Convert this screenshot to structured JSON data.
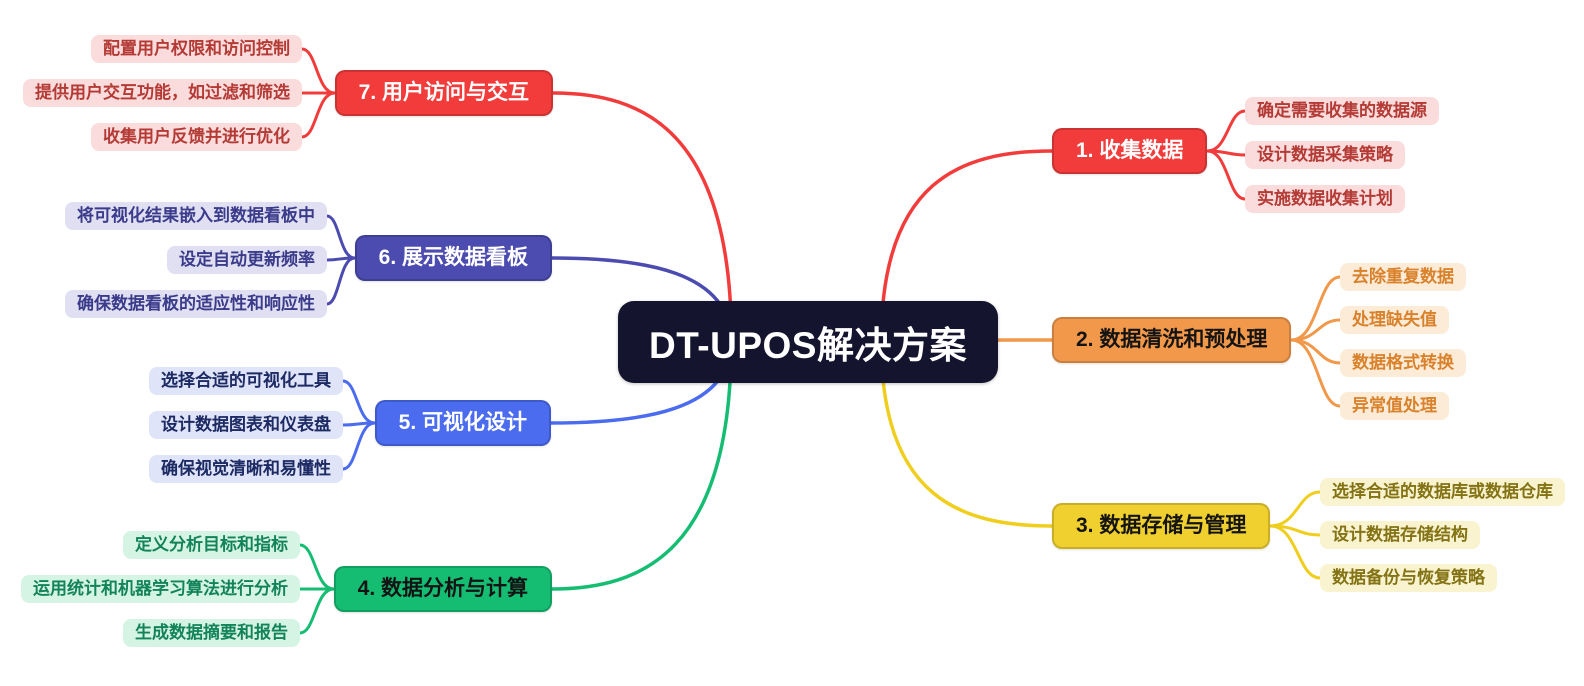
{
  "canvas": {
    "bg": "#FFFFFF"
  },
  "center": {
    "label": "DT-UPOS解决方案",
    "colors": {
      "bg": "#14142E",
      "fg": "#FFFFFF"
    }
  },
  "branches": [
    {
      "label": "1. 收集数据",
      "colors": {
        "line": "#F23C3C",
        "node_bg": "#F23C3C",
        "node_fg": "#FFFFFF",
        "child_bg": "#FADCDC",
        "child_fg": "#B43A35"
      },
      "children": [
        "确定需要收集的数据源",
        "设计数据采集策略",
        "实施数据收集计划"
      ]
    },
    {
      "label": "2. 数据清洗和预处理",
      "colors": {
        "line": "#F2984A",
        "node_bg": "#F2984A",
        "node_fg": "#141414",
        "child_bg": "#FBEBD7",
        "child_fg": "#D9822B"
      },
      "children": [
        "去除重复数据",
        "处理缺失值",
        "数据格式转换",
        "异常值处理"
      ]
    },
    {
      "label": "3. 数据存储与管理",
      "colors": {
        "line": "#F0CE1E",
        "node_bg": "#F0D02E",
        "node_fg": "#141414",
        "child_bg": "#FAF3CF",
        "child_fg": "#837314"
      },
      "children": [
        "选择合适的数据库或数据仓库",
        "设计数据存储结构",
        "数据备份与恢复策略"
      ]
    },
    {
      "label": "4. 数据分析与计算",
      "colors": {
        "line": "#15BD73",
        "node_bg": "#15BD73",
        "node_fg": "#141414",
        "child_bg": "#D6F4E4",
        "child_fg": "#12835A"
      },
      "children": [
        "定义分析目标和指标",
        "运用统计和机器学习算法进行分析",
        "生成数据摘要和报告"
      ]
    },
    {
      "label": "5. 可视化设计",
      "colors": {
        "line": "#4B6CEF",
        "node_bg": "#4B6CEF",
        "node_fg": "#FFFFFF",
        "child_bg": "#DFE4F9",
        "child_fg": "#1D2A63"
      },
      "children": [
        "选择合适的可视化工具",
        "设计数据图表和仪表盘",
        "确保视觉清晰和易懂性"
      ]
    },
    {
      "label": "6. 展示数据看板",
      "colors": {
        "line": "#4B4BB0",
        "node_bg": "#4B4BB0",
        "node_fg": "#FFFFFF",
        "child_bg": "#E0E0F2",
        "child_fg": "#3B3B8C"
      },
      "children": [
        "将可视化结果嵌入到数据看板中",
        "设定自动更新频率",
        "确保数据看板的适应性和响应性"
      ]
    },
    {
      "label": "7. 用户访问与交互",
      "colors": {
        "line": "#F23C3C",
        "node_bg": "#F23C3C",
        "node_fg": "#FFFFFF",
        "child_bg": "#FADCDC",
        "child_fg": "#B43A35"
      },
      "children": [
        "配置用户权限和访问控制",
        "提供用户交互功能，如过滤和筛选",
        "收集用户反馈并进行优化"
      ]
    }
  ]
}
